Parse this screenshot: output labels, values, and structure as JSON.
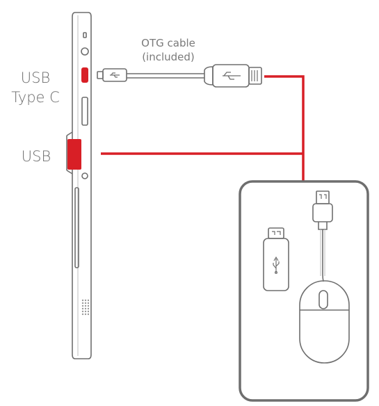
{
  "labels": {
    "usb_type_c": [
      "USB",
      "Type C"
    ],
    "usb": "USB",
    "otg_cable": [
      "OTG cable",
      "(included)"
    ]
  },
  "colors": {
    "highlight_red": "#d81f26",
    "line_gray": "#6e6e6e",
    "light_gray": "#bdbdbd"
  },
  "icons": [
    "tablet-side-view",
    "micro-usb-plug-icon",
    "usb-a-female-icon",
    "usb-flash-drive-icon",
    "usb-plug-icon",
    "mouse-icon",
    "usb-symbol-icon"
  ]
}
